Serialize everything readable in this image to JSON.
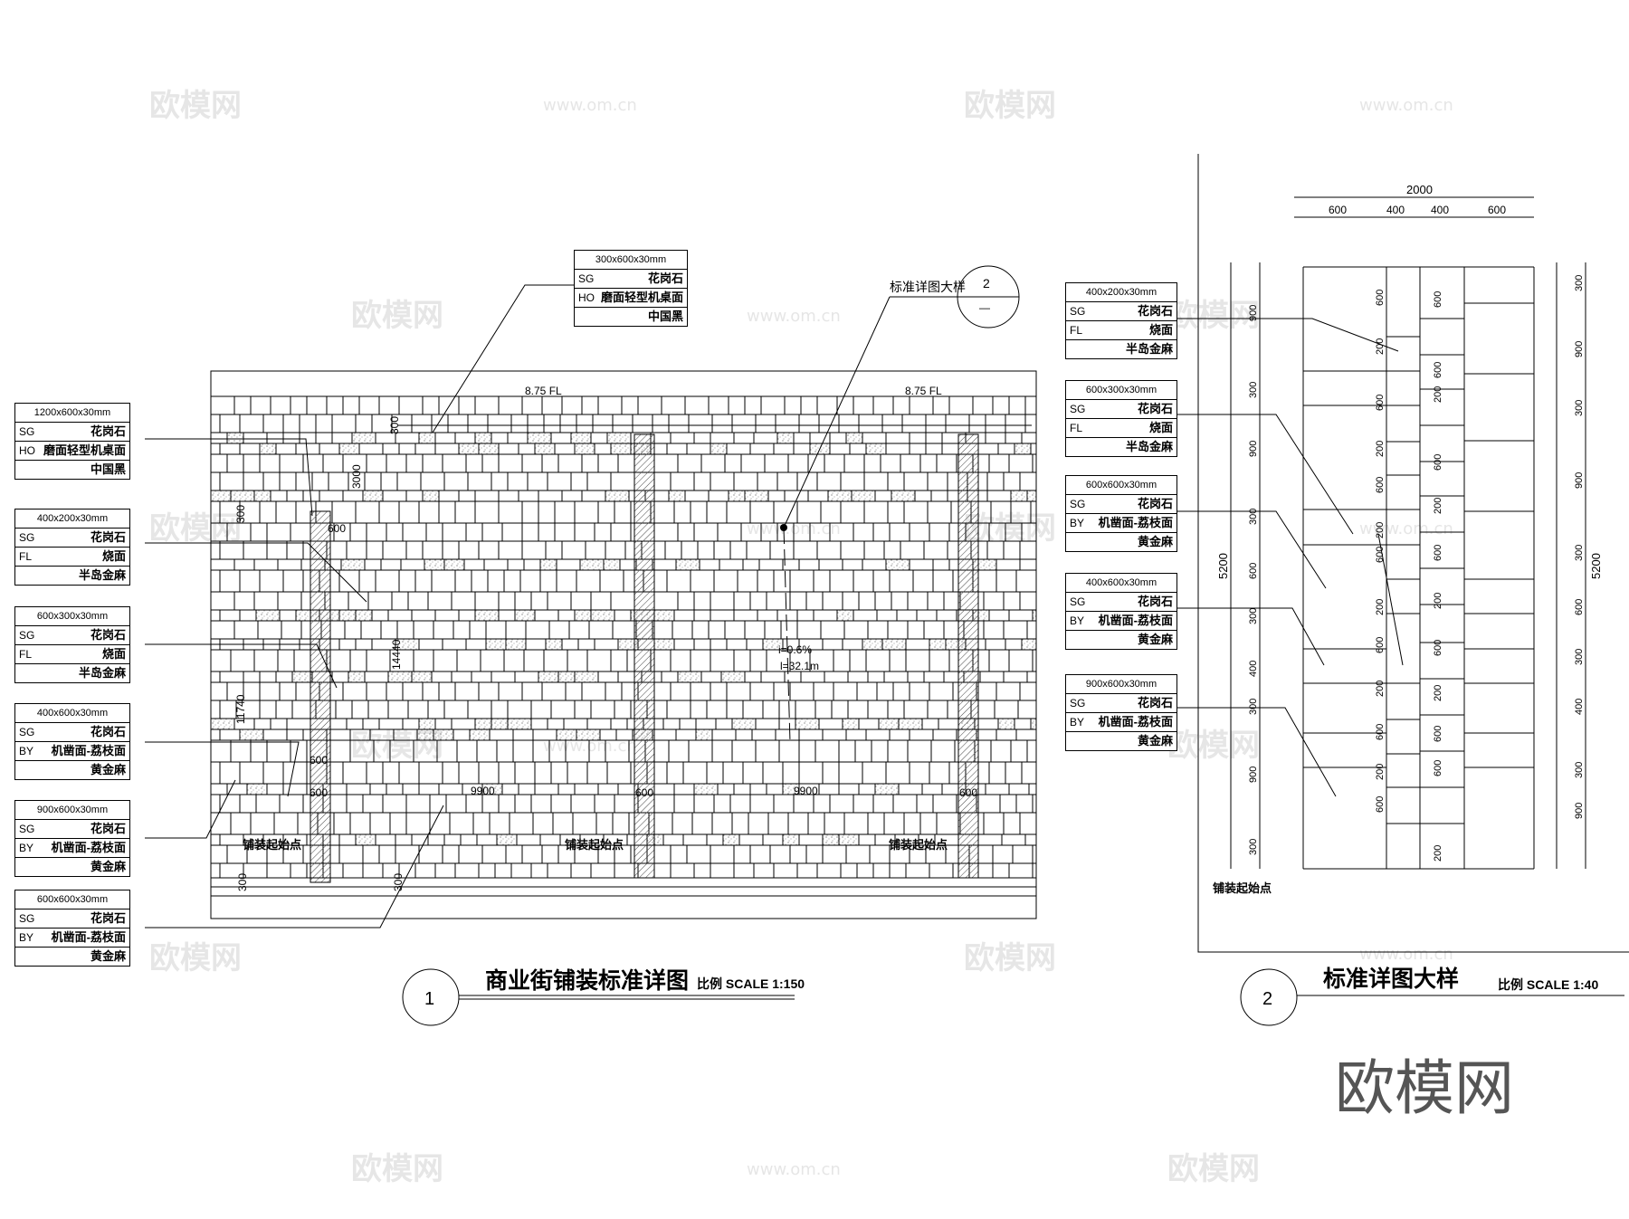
{
  "watermarks": [
    "欧模网",
    "www.om.cn",
    "om.cn"
  ],
  "logo_text": "欧模网",
  "drawing1": {
    "number": "1",
    "title": "商业街铺装标准详图",
    "scale": "比例 SCALE 1:150",
    "fl_labels": [
      "8.75 FL",
      "8.75 FL"
    ],
    "start_labels": [
      "铺装起始点",
      "铺装起始点",
      "铺装起始点"
    ],
    "dims": [
      "3000",
      "300",
      "600",
      "11740",
      "14440",
      "300",
      "300",
      "9900",
      "9900",
      "600",
      "600",
      "600",
      "600",
      "300"
    ],
    "slope": [
      "i=0.6%",
      "l=32.1m"
    ],
    "callout": {
      "label": "标准详图大样",
      "num": "2",
      "sub": "—"
    },
    "tags": [
      {
        "size": "300x600x30mm",
        "rows": [
          [
            "SG",
            "花岗石"
          ],
          [
            "HO",
            "磨面轻型机桌面"
          ],
          [
            "",
            "中国黑"
          ]
        ]
      },
      {
        "size": "1200x600x30mm",
        "rows": [
          [
            "SG",
            "花岗石"
          ],
          [
            "HO",
            "磨面轻型机桌面"
          ],
          [
            "",
            "中国黑"
          ]
        ]
      },
      {
        "size": "400x200x30mm",
        "rows": [
          [
            "SG",
            "花岗石"
          ],
          [
            "FL",
            "烧面"
          ],
          [
            "",
            "半岛金麻"
          ]
        ]
      },
      {
        "size": "600x300x30mm",
        "rows": [
          [
            "SG",
            "花岗石"
          ],
          [
            "FL",
            "烧面"
          ],
          [
            "",
            "半岛金麻"
          ]
        ]
      },
      {
        "size": "400x600x30mm",
        "rows": [
          [
            "SG",
            "花岗石"
          ],
          [
            "BY",
            "机凿面-荔枝面"
          ],
          [
            "",
            "黄金麻"
          ]
        ]
      },
      {
        "size": "900x600x30mm",
        "rows": [
          [
            "SG",
            "花岗石"
          ],
          [
            "BY",
            "机凿面-荔枝面"
          ],
          [
            "",
            "黄金麻"
          ]
        ]
      },
      {
        "size": "600x600x30mm",
        "rows": [
          [
            "SG",
            "花岗石"
          ],
          [
            "BY",
            "机凿面-荔枝面"
          ],
          [
            "",
            "黄金麻"
          ]
        ]
      }
    ]
  },
  "drawing2": {
    "number": "2",
    "title": "标准详图大样",
    "scale": "比例 SCALE 1:40",
    "top_total": "2000",
    "top_dims": [
      "600",
      "400",
      "400",
      "600"
    ],
    "side_total": "5200",
    "left_dims": [
      "900",
      "300",
      "900",
      "300",
      "600",
      "300",
      "400",
      "300",
      "900",
      "300"
    ],
    "right_dims": [
      "300",
      "900",
      "300",
      "900",
      "300",
      "600",
      "300",
      "400",
      "300",
      "900"
    ],
    "col1_dims": [
      "600",
      "200",
      "600",
      "200",
      "600",
      "200",
      "600",
      "200",
      "600",
      "200",
      "600",
      "200",
      "600"
    ],
    "col2_dims": [
      "600",
      "600",
      "200",
      "600",
      "200",
      "600",
      "200",
      "600",
      "200",
      "600",
      "600",
      "200"
    ],
    "start_label": "铺装起始点",
    "tags": [
      {
        "size": "400x200x30mm",
        "rows": [
          [
            "SG",
            "花岗石"
          ],
          [
            "FL",
            "烧面"
          ],
          [
            "",
            "半岛金麻"
          ]
        ]
      },
      {
        "size": "600x300x30mm",
        "rows": [
          [
            "SG",
            "花岗石"
          ],
          [
            "FL",
            "烧面"
          ],
          [
            "",
            "半岛金麻"
          ]
        ]
      },
      {
        "size": "600x600x30mm",
        "rows": [
          [
            "SG",
            "花岗石"
          ],
          [
            "BY",
            "机凿面-荔枝面"
          ],
          [
            "",
            "黄金麻"
          ]
        ]
      },
      {
        "size": "400x600x30mm",
        "rows": [
          [
            "SG",
            "花岗石"
          ],
          [
            "BY",
            "机凿面-荔枝面"
          ],
          [
            "",
            "黄金麻"
          ]
        ]
      },
      {
        "size": "900x600x30mm",
        "rows": [
          [
            "SG",
            "花岗石"
          ],
          [
            "BY",
            "机凿面-荔枝面"
          ],
          [
            "",
            "黄金麻"
          ]
        ]
      }
    ]
  }
}
